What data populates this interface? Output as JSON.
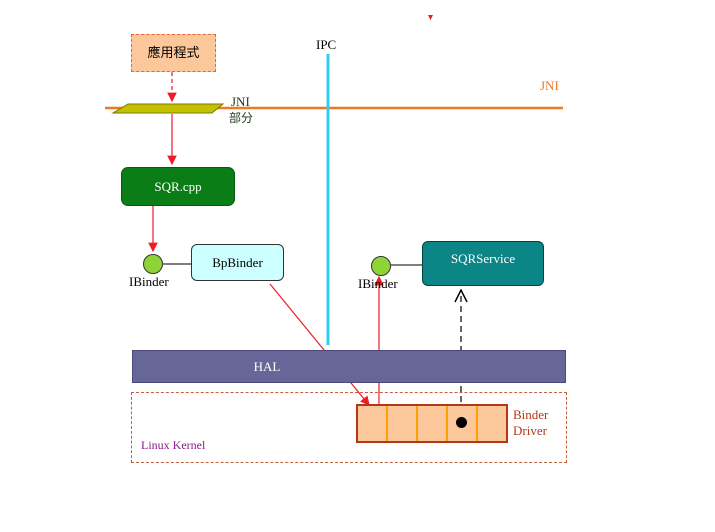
{
  "app_box": {
    "label": "應用程式"
  },
  "jni_part": {
    "line1": "JNI",
    "line2": "部分"
  },
  "jni_side_label": "JNI",
  "ipc_label": "IPC",
  "sqr_cpp": {
    "label": "SQR.cpp"
  },
  "bpbinder": {
    "label": "BpBinder"
  },
  "ibinder_left": {
    "label": "IBinder"
  },
  "ibinder_right": {
    "label": "IBinder"
  },
  "sqrservice": {
    "label": "SQRService"
  },
  "hal": {
    "label": "HAL"
  },
  "linux_kernel": {
    "label": "Linux Kernel"
  },
  "binder_driver": {
    "line1": "Binder",
    "line2": "Driver"
  },
  "colors": {
    "app_fill": "#fcc79b",
    "app_border": "#e8663a",
    "jni_line": "#f07820",
    "jni_parallelogram": "#c4c000",
    "ipc_line": "#33ccee",
    "arrow_red": "#ee1c24",
    "sqr_cpp_fill": "#0b7d16",
    "bpbinder_fill": "#ccffff",
    "ibinder_fill": "#8fd436",
    "sqrservice_fill": "#0b8585",
    "hal_fill": "#676699",
    "kernel_border": "#c2603a",
    "kernel_text": "#8a1d8a",
    "driver_fill": "#fcc79b",
    "driver_border": "#b3381b",
    "driver_divider": "#ffa000"
  }
}
